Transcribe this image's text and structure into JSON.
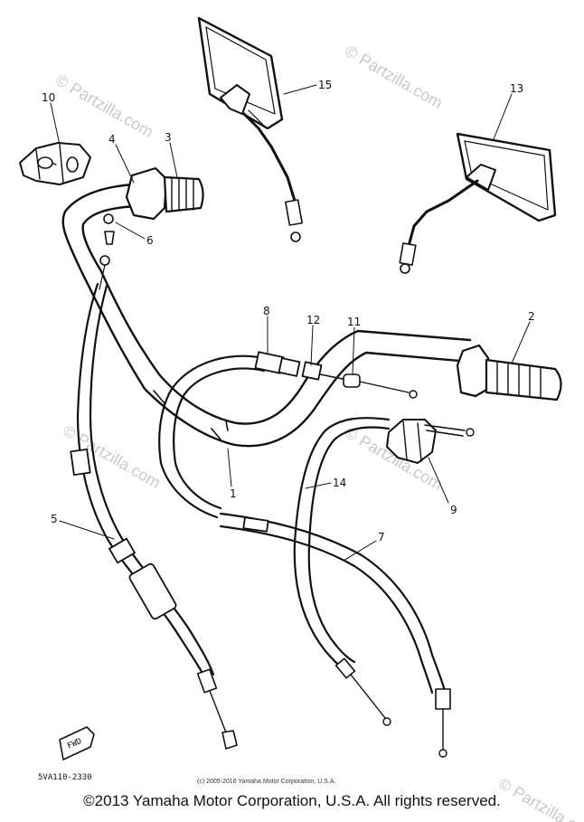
{
  "watermarks": [
    "© Partzilla.com",
    "© Partzilla.com",
    "© Partzilla.com",
    "© Partzilla.com",
    "© Partzilla.com"
  ],
  "callouts": [
    "10",
    "4",
    "3",
    "6",
    "15",
    "13",
    "8",
    "12",
    "11",
    "2",
    "1",
    "9",
    "14",
    "7",
    "5"
  ],
  "part_code": "5VA110-2330",
  "front_marker": "FWD",
  "small_copyright": "(c) 2005-2016 Yamaha Motor Corporation, U.S.A.",
  "footer_copyright": "©2013 Yamaha Motor Corporation, U.S.A. All rights reserved."
}
